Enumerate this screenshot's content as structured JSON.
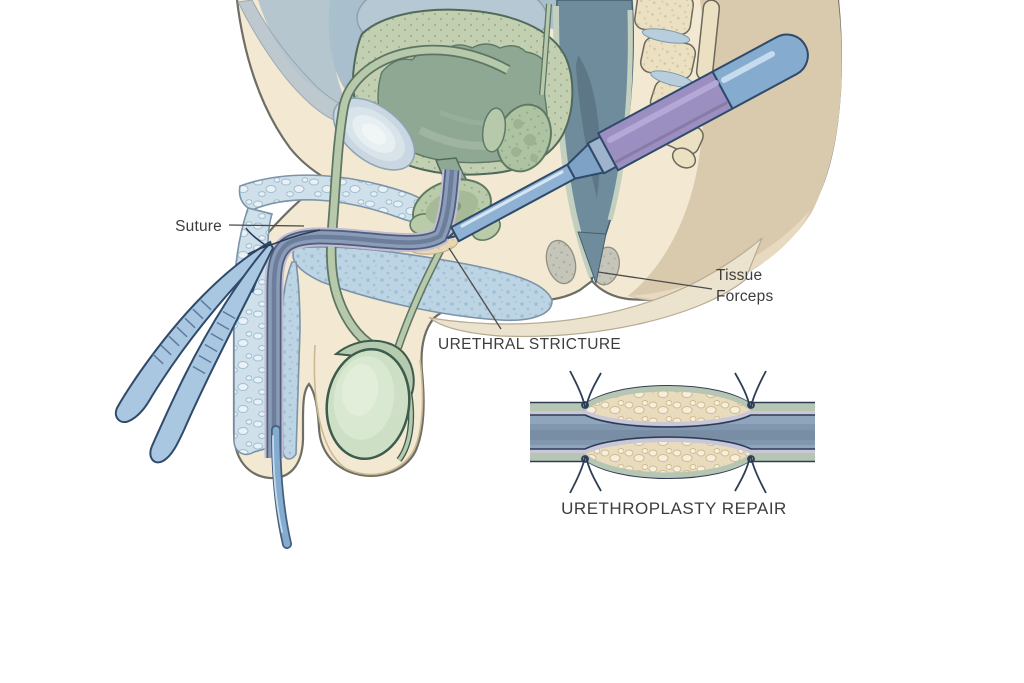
{
  "figure": {
    "description_visible_text_only": true,
    "labels": {
      "suture": "Suture",
      "tissue_forceps_line1": "Tissue",
      "tissue_forceps_line2": "Forceps",
      "urethral_stricture": "URETHRAL STRICTURE",
      "inset_caption": "URETHROPLASTY REPAIR"
    },
    "palette": {
      "background": "#ffffff",
      "label_text": "#3d3d3d",
      "leader_line": "#4a4a4a",
      "skin_cream": "#f3e9d3",
      "skin_outline": "#6e6e66",
      "buttock_tan": "#d9c9ad",
      "cavity_blue": "#a9bfcd",
      "bladder_wall_green": "#c2d0b1",
      "bladder_interior_green": "#8fa893",
      "organ_green": "#b7c9ab",
      "organ_green_outline": "#5d7562",
      "rectum_blue": "#6f8c9d",
      "rectum_dark": "#5d7787",
      "bone_cream": "#ece0c2",
      "disc_blue": "#b9cedd",
      "erectile_blue": "#cfe0eb",
      "spongiosum_blue": "#bcd4e3",
      "urethra_blue": "#8a9cb6",
      "urethra_outline": "#4f5e7e",
      "urethra_lavender": "#c2bdd2",
      "instrument_blue": "#8fb2d4",
      "instrument_purple": "#9b8fc2",
      "instrument_outline": "#2f4a6a",
      "forceps_blue": "#a9c7e0",
      "graft_cream": "#ebdfc1",
      "suture_thread": "#2e3d56",
      "inset_lumen": "#8ea5bc",
      "inset_wall_green": "#b7c6b3",
      "inset_lavender": "#cac7d8"
    }
  }
}
